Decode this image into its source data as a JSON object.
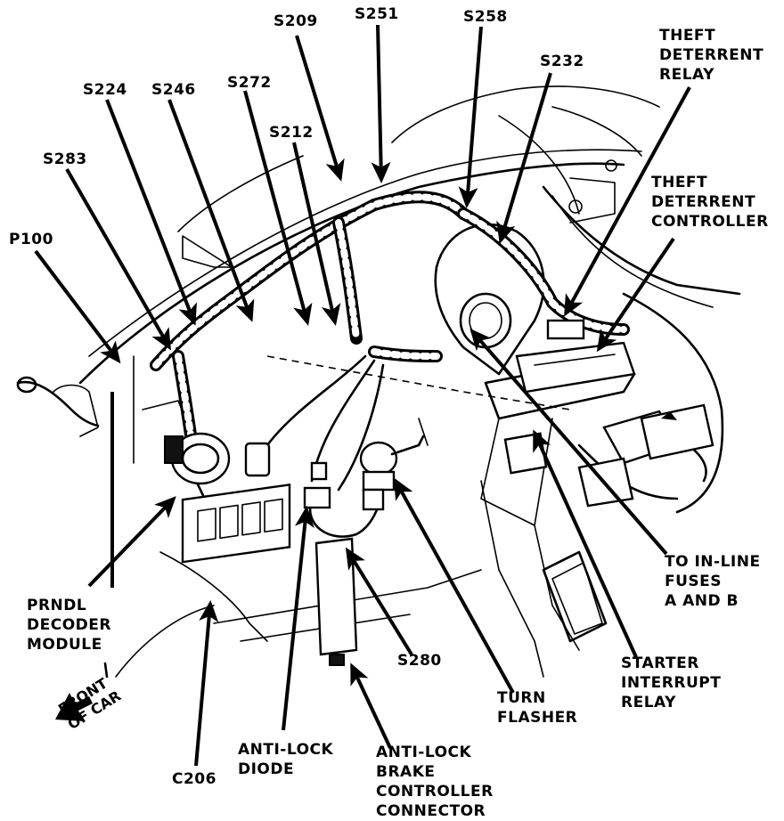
{
  "labels": {
    "s209": "S209",
    "s251": "S251",
    "s258": "S258",
    "s232": "S232",
    "s224": "S224",
    "s246": "S246",
    "s272": "S272",
    "s212": "S212",
    "s283": "S283",
    "p100": "P100",
    "theft_relay": [
      "THEFT",
      "DETERRENT",
      "RELAY"
    ],
    "theft_controller": [
      "THEFT",
      "DETERRENT",
      "CONTROLLER"
    ],
    "inline_fuses": [
      "TO IN-LINE",
      "FUSES",
      "A AND B"
    ],
    "prndl": [
      "PRNDL",
      "DECODER",
      "MODULE"
    ],
    "s280": "S280",
    "starter_relay": [
      "STARTER",
      "INTERRUPT",
      "RELAY"
    ],
    "turn_flasher": [
      "TURN",
      "FLASHER"
    ],
    "front_of_car": [
      "FRONT",
      "OF CAR"
    ],
    "antilock_diode": [
      "ANTI-LOCK",
      "DIODE"
    ],
    "antilock_connector": [
      "ANTI-LOCK",
      "BRAKE",
      "CONTROLLER",
      "CONNECTOR"
    ],
    "c206": "C206"
  },
  "colors": {
    "ink": "#000000",
    "paper": "#ffffff"
  }
}
